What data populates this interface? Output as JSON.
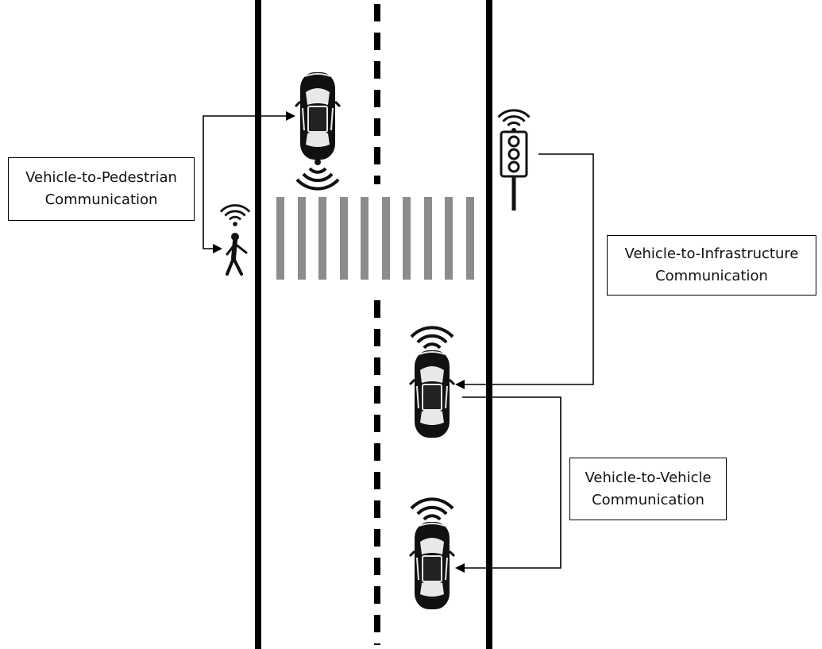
{
  "labels": {
    "v2p": {
      "line1": "Vehicle-to-Pedestrian",
      "line2": "Communication"
    },
    "v2i": {
      "line1": "Vehicle-to-Infrastructure",
      "line2": "Communication"
    },
    "v2v": {
      "line1": "Vehicle-to-Vehicle",
      "line2": "Communication"
    }
  },
  "colors": {
    "road_line": "#000000",
    "crosswalk": "#8c8c8c",
    "arrow": "#000000",
    "background": "#ffffff"
  },
  "icons": [
    "car-icon",
    "pedestrian-icon",
    "traffic-light-icon",
    "wifi-signal-icon",
    "arrowhead-icon"
  ]
}
